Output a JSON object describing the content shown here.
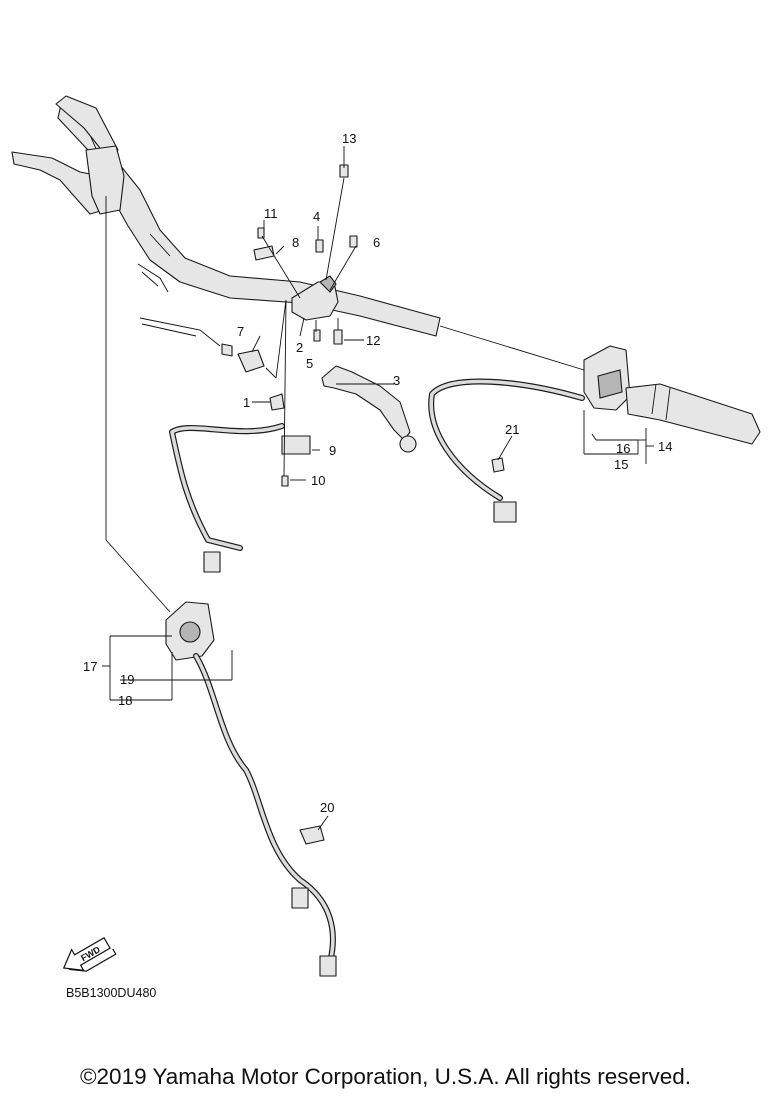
{
  "callouts": {
    "c1": "1",
    "c2": "2",
    "c3": "3",
    "c4": "4",
    "c5": "5",
    "c6": "6",
    "c7": "7",
    "c8": "8",
    "c9": "9",
    "c10": "10",
    "c11": "11",
    "c12": "12",
    "c13": "13",
    "c14": "14",
    "c15": "15",
    "c16": "16",
    "c17": "17",
    "c18": "18",
    "c19": "19",
    "c20": "20",
    "c21": "21"
  },
  "fwd_label": "FWD",
  "diagram_code": "B5B1300DU480",
  "copyright": "©2019 Yamaha Motor Corporation, U.S.A. All rights reserved."
}
